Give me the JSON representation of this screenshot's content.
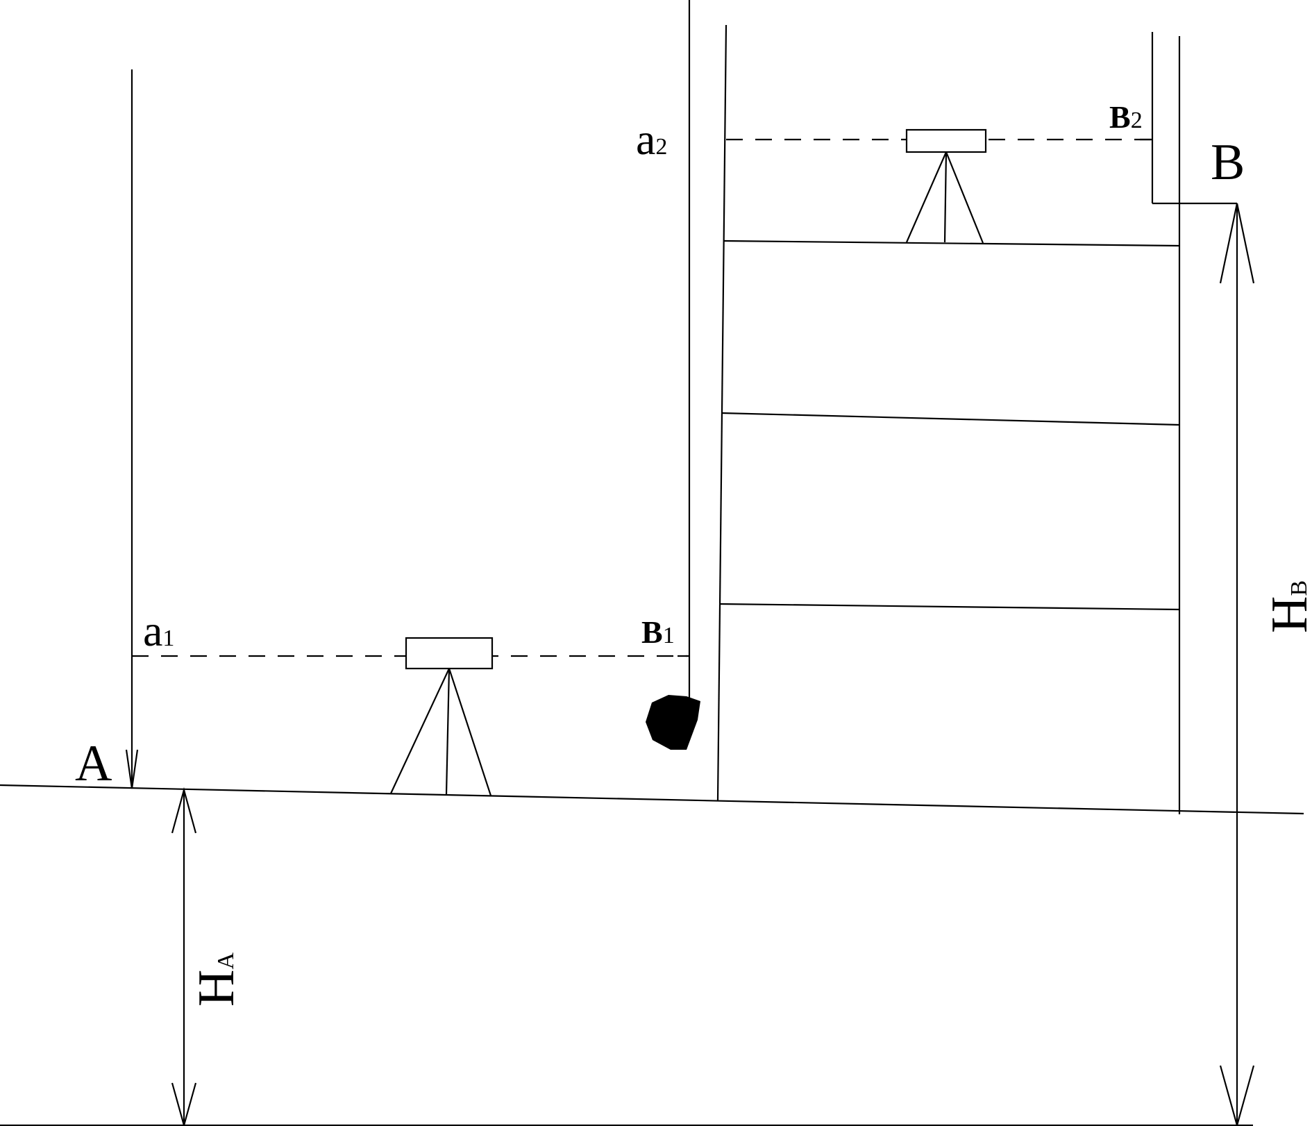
{
  "labels": {
    "point_a": "A",
    "point_b": "B",
    "reading_a1": {
      "base": "a",
      "sub": "1"
    },
    "reading_a2": {
      "base": "a",
      "sub": "2"
    },
    "reading_b1": {
      "base": "B",
      "sub": "1"
    },
    "reading_b2": {
      "base": "B",
      "sub": "2"
    },
    "height_a": {
      "base": "H",
      "sub": "A"
    },
    "height_b": {
      "base": "H",
      "sub": "B"
    }
  },
  "colors": {
    "ink": "#000000",
    "background": "#ffffff"
  }
}
